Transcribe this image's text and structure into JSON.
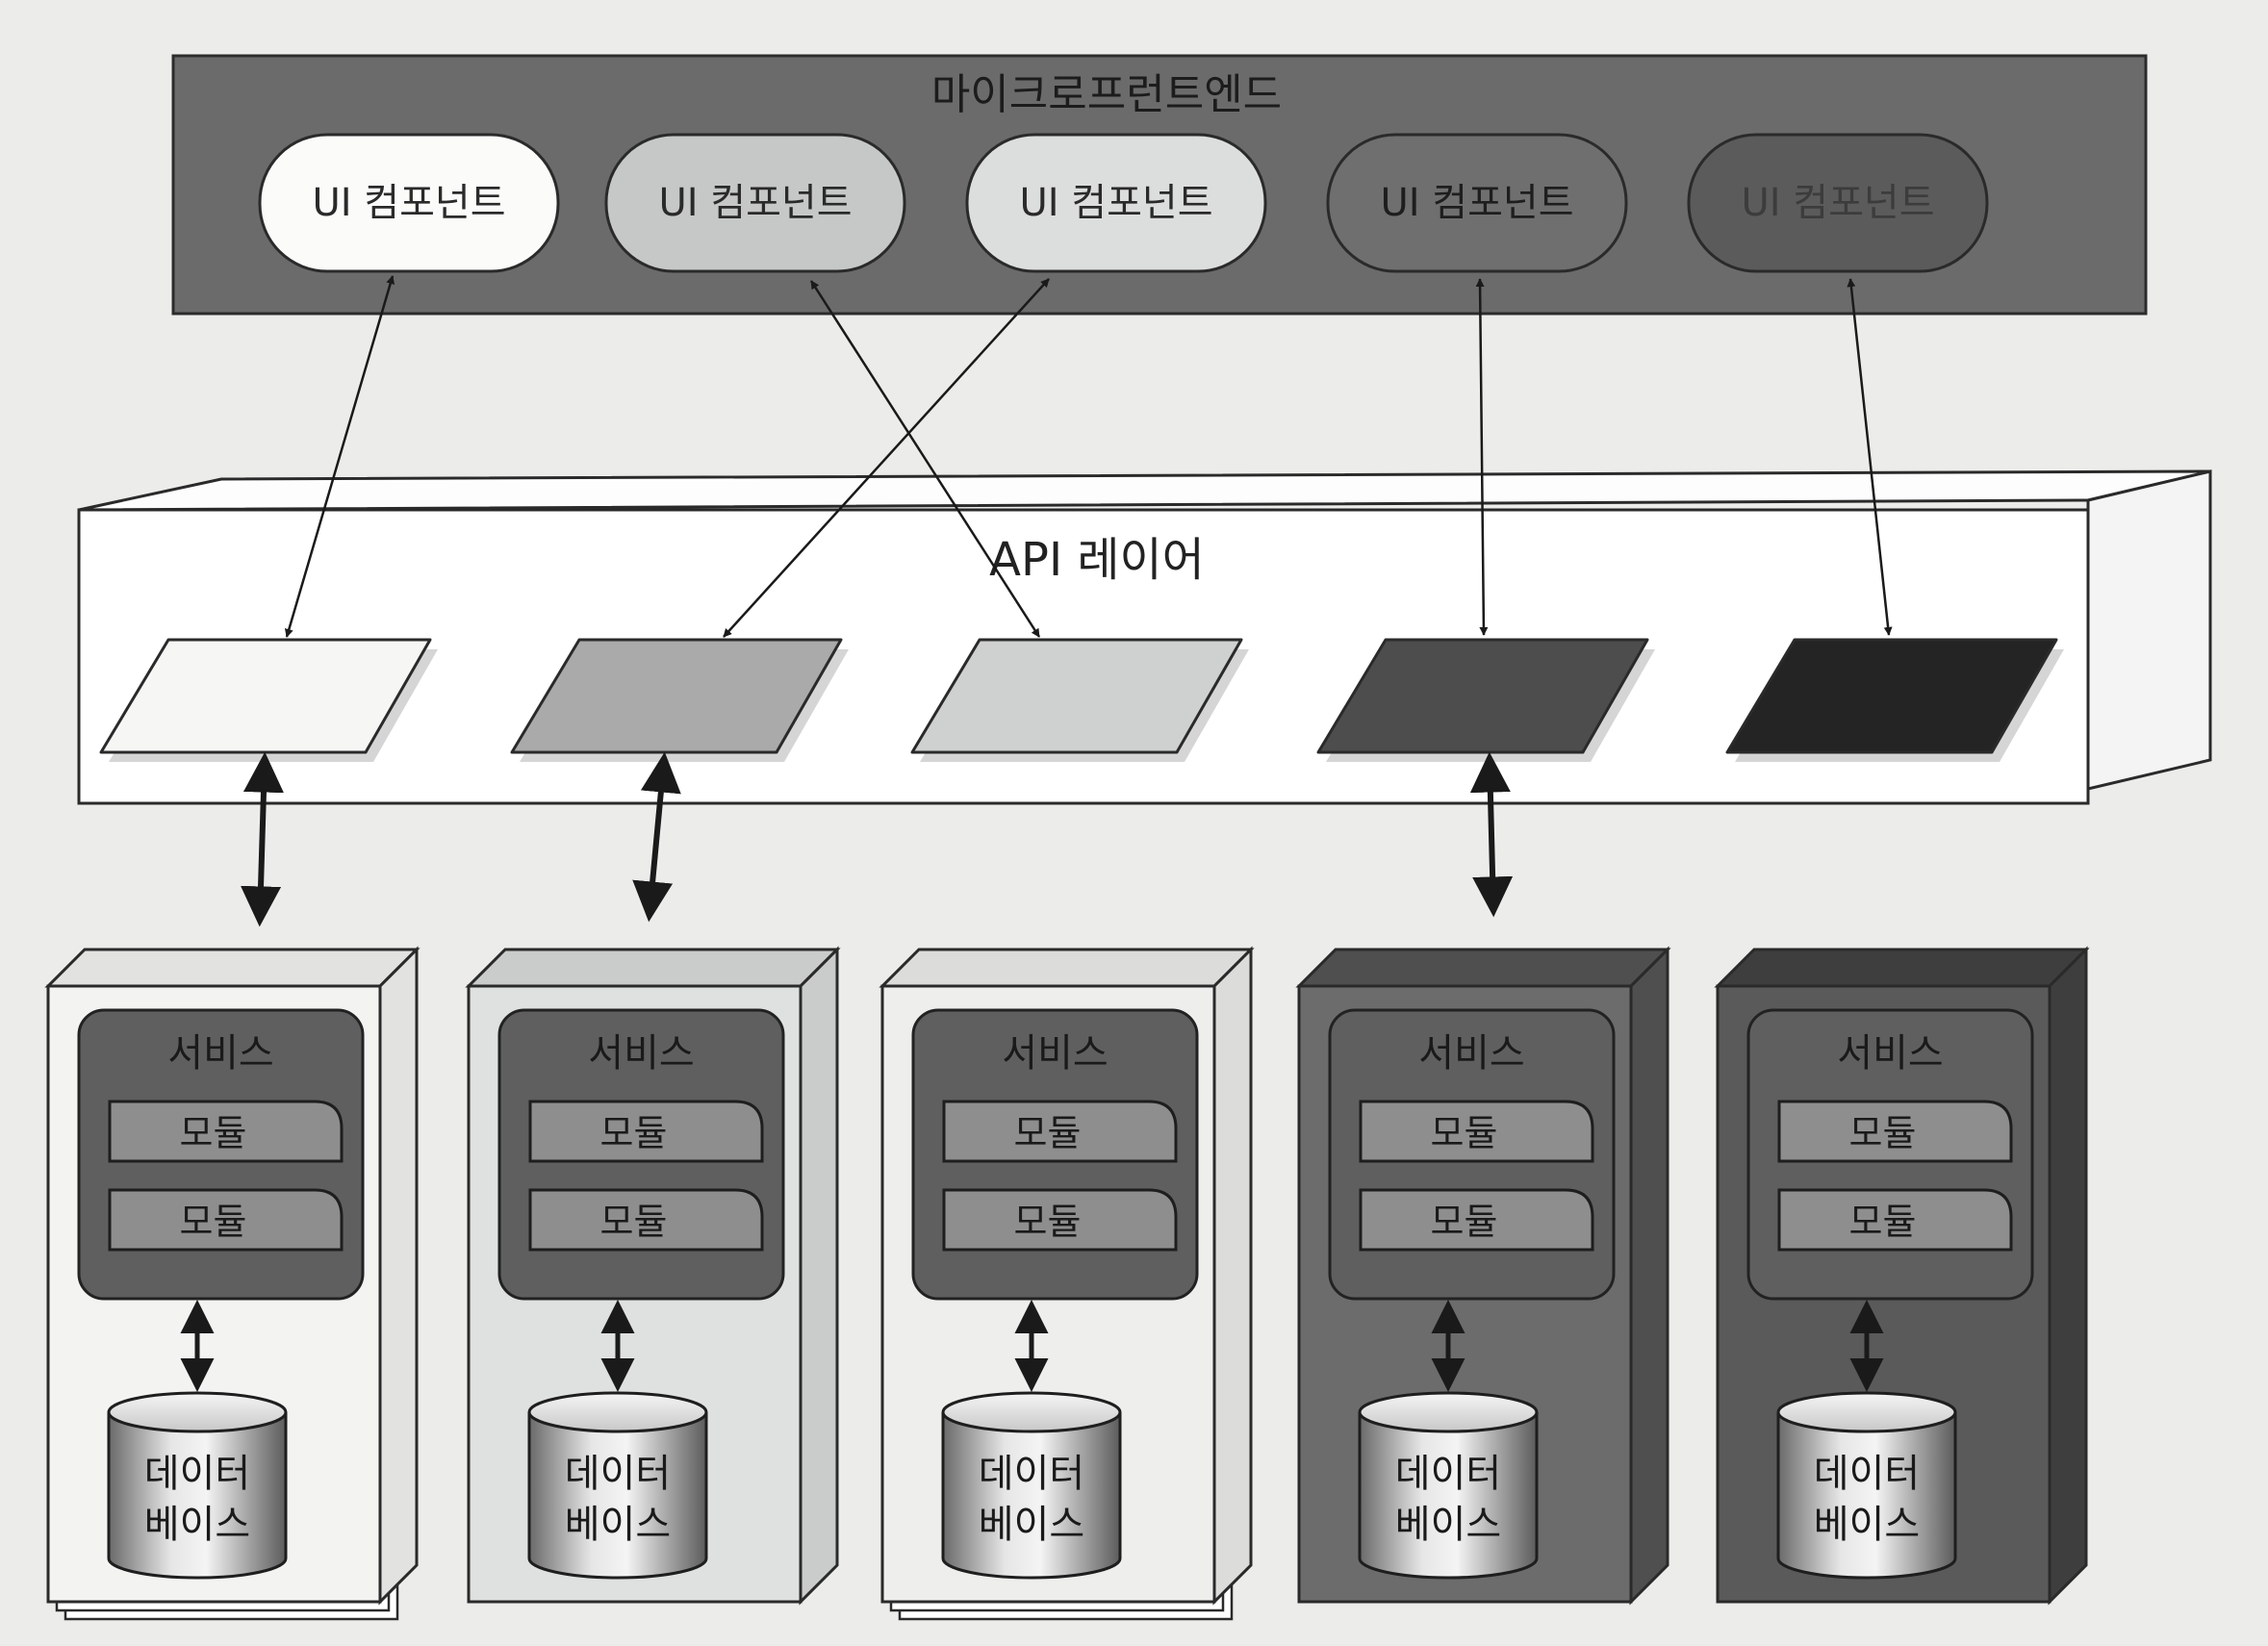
{
  "frontend": {
    "title": "마이크로프런트엔드",
    "components": [
      {
        "label": "UI 컴포넌트",
        "fill": "#fbfbfa",
        "text_color": "#2a2a2a"
      },
      {
        "label": "UI 컴포넌트",
        "fill": "#c6c8c8",
        "text_color": "#2a2a2a"
      },
      {
        "label": "UI 컴포넌트",
        "fill": "#dcdedd",
        "text_color": "#2a2a2a"
      },
      {
        "label": "UI 컴포넌트",
        "fill": "#6f6f6f",
        "text_color": "#1e1e1e"
      },
      {
        "label": "UI 컴포넌트",
        "fill": "#5b5b5b",
        "text_color": "#3c3c3c"
      }
    ]
  },
  "api_layer": {
    "title": "API 레이어",
    "endpoint_colors": [
      "#f6f6f5",
      "#a9aaa9",
      "#cfd1d0",
      "#4d4d4d",
      "#242424"
    ]
  },
  "services": [
    {
      "service_label": "서비스",
      "modules": [
        "모듈",
        "모듈"
      ],
      "db_label_1": "데이터",
      "db_label_2": "베이스",
      "box_fill": "#f3f3f2",
      "box_side": "#e2e2e1",
      "stacked": true
    },
    {
      "service_label": "서비스",
      "modules": [
        "모듈",
        "모듈"
      ],
      "db_label_1": "데이터",
      "db_label_2": "베이스",
      "box_fill": "#dfe1e0",
      "box_side": "#cacccb",
      "stacked": false
    },
    {
      "service_label": "서비스",
      "modules": [
        "모듈",
        "모듈"
      ],
      "db_label_1": "데이터",
      "db_label_2": "베이스",
      "box_fill": "#eeeeed",
      "box_side": "#dcdcdb",
      "stacked": true
    },
    {
      "service_label": "서비스",
      "modules": [
        "모듈",
        "모듈"
      ],
      "db_label_1": "데이터",
      "db_label_2": "베이스",
      "box_fill": "#6c6c6c",
      "box_side": "#4f4f4f",
      "stacked": false
    },
    {
      "service_label": "서비스",
      "modules": [
        "모듈",
        "모듈"
      ],
      "db_label_1": "데이터",
      "db_label_2": "베이스",
      "box_fill": "#5a5a5a",
      "box_side": "#3e3e3e",
      "stacked": false
    }
  ],
  "colors": {
    "frontend_panel": "#6b6b6b",
    "service_panel": "#5f5f5f",
    "module_fill": "#8e8e8e",
    "arrow": "#1a1a1a"
  }
}
